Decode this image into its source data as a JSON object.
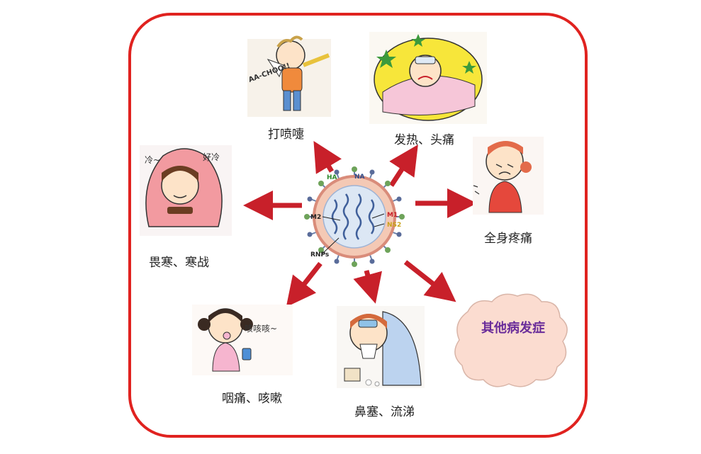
{
  "symptoms": {
    "sneeze": "打喷嚏",
    "fever": "发热、头痛",
    "chills": "畏寒、寒战",
    "body_ache": "全身疼痛",
    "sore_throat": "咽痛、咳嗽",
    "stuffy_nose": "鼻塞、流涕",
    "other": "其他病发症"
  },
  "illustration_text": {
    "sneeze_sound": "AA-CHOO!!",
    "cold_left": "冷~",
    "cold_right": "好冷",
    "cough_sound": "咳咳咳~"
  },
  "virus_labels": {
    "ha": "HA",
    "na": "NA",
    "m2": "M2",
    "m1": "M1",
    "ns2": "NS2",
    "rnps": "RNPs"
  },
  "colors": {
    "frame": "#e0221f",
    "arrow": "#c8202a",
    "cloud": "#fbdcd0",
    "cloud_text": "#6a2d9a"
  }
}
